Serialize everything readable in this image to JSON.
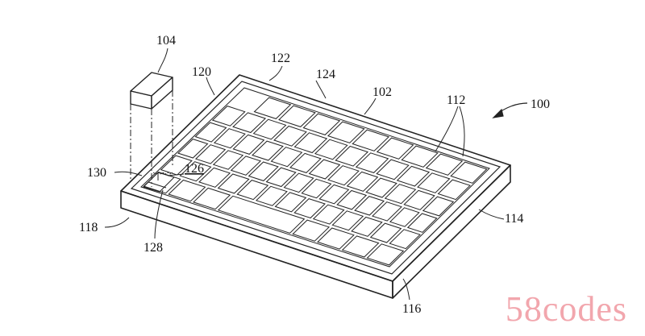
{
  "figure": {
    "labels": {
      "l100": "100",
      "l102": "102",
      "l104": "104",
      "l112": "112",
      "l114": "114",
      "l116": "116",
      "l118": "118",
      "l120": "120",
      "l122": "122",
      "l124": "124",
      "l126": "126",
      "l128": "128",
      "l130": "130"
    },
    "keyboard_rows": [
      10,
      12,
      13,
      14,
      13,
      10
    ],
    "line_color": "#222222"
  },
  "watermark": "58codes"
}
